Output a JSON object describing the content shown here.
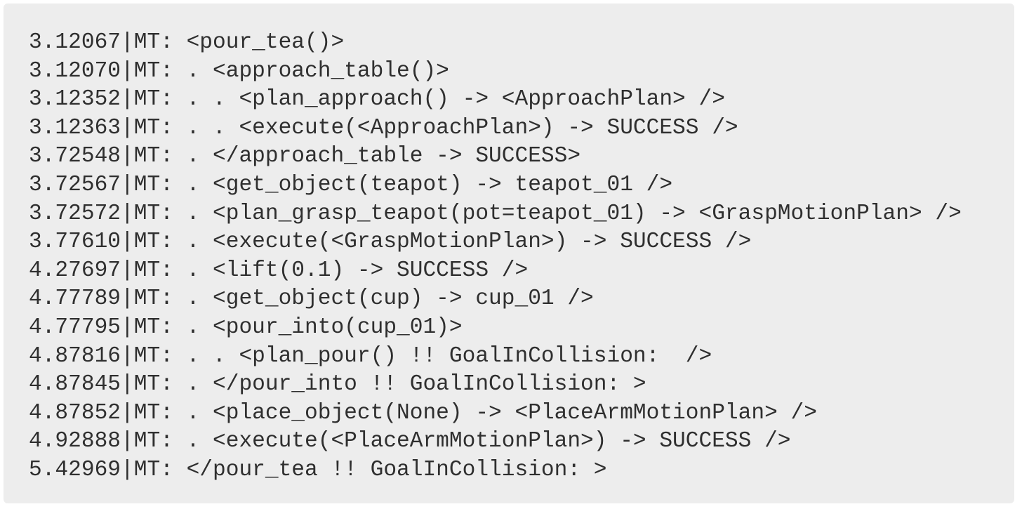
{
  "log": {
    "lines": [
      "3.12067|MT: <pour_tea()>",
      "3.12070|MT: . <approach_table()>",
      "3.12352|MT: . . <plan_approach() -> <ApproachPlan> />",
      "3.12363|MT: . . <execute(<ApproachPlan>) -> SUCCESS />",
      "3.72548|MT: . </approach_table -> SUCCESS>",
      "3.72567|MT: . <get_object(teapot) -> teapot_01 />",
      "3.72572|MT: . <plan_grasp_teapot(pot=teapot_01) -> <GraspMotionPlan> />",
      "3.77610|MT: . <execute(<GraspMotionPlan>) -> SUCCESS />",
      "4.27697|MT: . <lift(0.1) -> SUCCESS />",
      "4.77789|MT: . <get_object(cup) -> cup_01 />",
      "4.77795|MT: . <pour_into(cup_01)>",
      "4.87816|MT: . . <plan_pour() !! GoalInCollision:  />",
      "4.87845|MT: . </pour_into !! GoalInCollision: >",
      "4.87852|MT: . <place_object(None) -> <PlaceArmMotionPlan> />",
      "4.92888|MT: . <execute(<PlaceArmMotionPlan>) -> SUCCESS />",
      "5.42969|MT: </pour_tea !! GoalInCollision: >"
    ]
  }
}
